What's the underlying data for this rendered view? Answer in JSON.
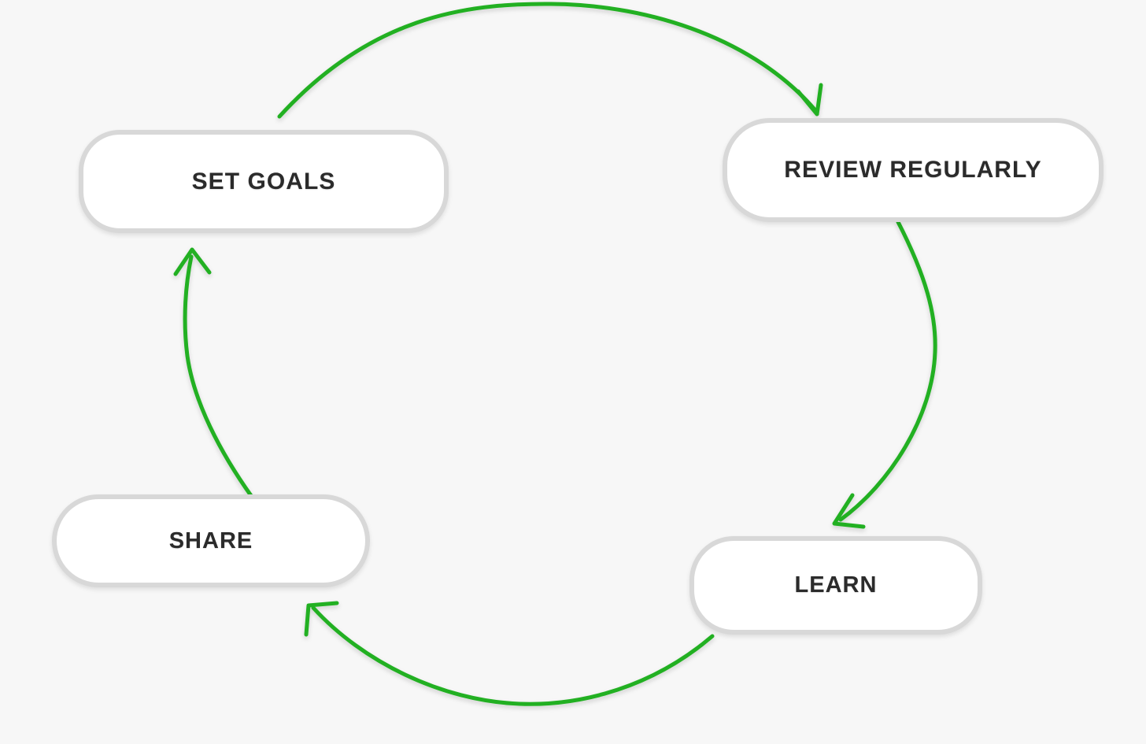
{
  "diagram": {
    "type": "cycle",
    "title": "",
    "background_color": "#f7f7f7",
    "node_fill": "#ffffff",
    "node_border_color": "#d8d8d8",
    "node_text_color": "#2b2b2b",
    "arrow_color": "#22b022",
    "nodes": [
      {
        "id": "set-goals",
        "label": "SET GOALS"
      },
      {
        "id": "review-regularly",
        "label": "REVIEW REGULARLY"
      },
      {
        "id": "learn",
        "label": "LEARN"
      },
      {
        "id": "share",
        "label": "SHARE"
      }
    ],
    "edges": [
      {
        "id": "edge-top",
        "from": "SET GOALS",
        "to": "REVIEW REGULARLY",
        "arrowhead": "open-chevron"
      },
      {
        "id": "edge-right",
        "from": "REVIEW REGULARLY",
        "to": "LEARN",
        "arrowhead": "open-chevron"
      },
      {
        "id": "edge-bottom",
        "from": "LEARN",
        "to": "SHARE",
        "arrowhead": "open-chevron"
      },
      {
        "id": "edge-left",
        "from": "SHARE",
        "to": "SET GOALS",
        "arrowhead": "open-chevron"
      }
    ]
  }
}
